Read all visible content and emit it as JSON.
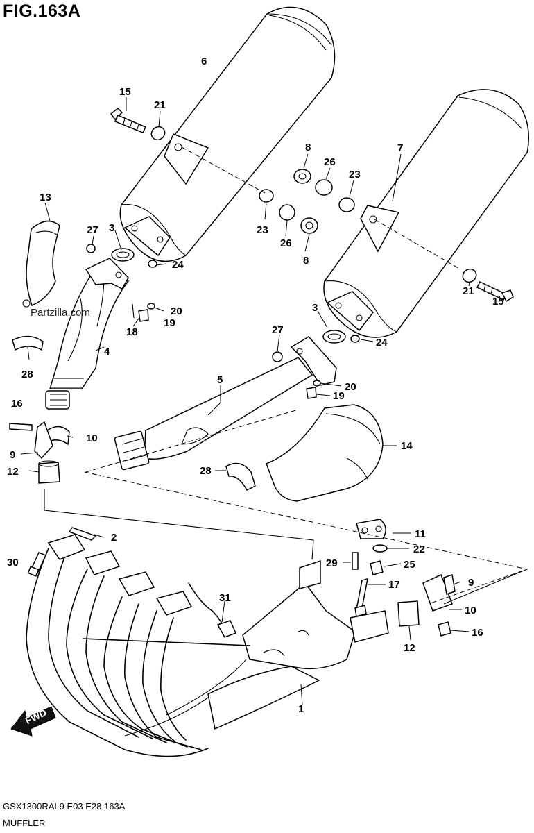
{
  "figure": {
    "title": "FIG.163A"
  },
  "watermark": "Partzilla.com",
  "fwd_label": "FWD",
  "footer": {
    "model_code": "GSX1300RAL9  E03  E28  163A",
    "section_name": "MUFFLER"
  },
  "callouts": [
    {
      "id": "c6",
      "num": "6"
    },
    {
      "id": "c15a",
      "num": "15"
    },
    {
      "id": "c21a",
      "num": "21"
    },
    {
      "id": "c13",
      "num": "13"
    },
    {
      "id": "c27a",
      "num": "27"
    },
    {
      "id": "c3a",
      "num": "3"
    },
    {
      "id": "c24a",
      "num": "24"
    },
    {
      "id": "c20a",
      "num": "20"
    },
    {
      "id": "c19a",
      "num": "19"
    },
    {
      "id": "c18",
      "num": "18"
    },
    {
      "id": "c4",
      "num": "4"
    },
    {
      "id": "c28a",
      "num": "28"
    },
    {
      "id": "c16a",
      "num": "16"
    },
    {
      "id": "c10a",
      "num": "10"
    },
    {
      "id": "c9a",
      "num": "9"
    },
    {
      "id": "c12a",
      "num": "12"
    },
    {
      "id": "c8a",
      "num": "8"
    },
    {
      "id": "c26a",
      "num": "26"
    },
    {
      "id": "c23a",
      "num": "23"
    },
    {
      "id": "c23b",
      "num": "23"
    },
    {
      "id": "c26b",
      "num": "26"
    },
    {
      "id": "c8b",
      "num": "8"
    },
    {
      "id": "c7",
      "num": "7"
    },
    {
      "id": "c21b",
      "num": "21"
    },
    {
      "id": "c15b",
      "num": "15"
    },
    {
      "id": "c3b",
      "num": "3"
    },
    {
      "id": "c24b",
      "num": "24"
    },
    {
      "id": "c27b",
      "num": "27"
    },
    {
      "id": "c5",
      "num": "5"
    },
    {
      "id": "c20b",
      "num": "20"
    },
    {
      "id": "c19b",
      "num": "19"
    },
    {
      "id": "c14",
      "num": "14"
    },
    {
      "id": "c28b",
      "num": "28"
    },
    {
      "id": "c2",
      "num": "2"
    },
    {
      "id": "c30",
      "num": "30"
    },
    {
      "id": "c11",
      "num": "11"
    },
    {
      "id": "c22",
      "num": "22"
    },
    {
      "id": "c29",
      "num": "29"
    },
    {
      "id": "c25",
      "num": "25"
    },
    {
      "id": "c17",
      "num": "17"
    },
    {
      "id": "c9b",
      "num": "9"
    },
    {
      "id": "c31",
      "num": "31"
    },
    {
      "id": "c10b",
      "num": "10"
    },
    {
      "id": "c12b",
      "num": "12"
    },
    {
      "id": "c16b",
      "num": "16"
    },
    {
      "id": "c1",
      "num": "1"
    }
  ]
}
